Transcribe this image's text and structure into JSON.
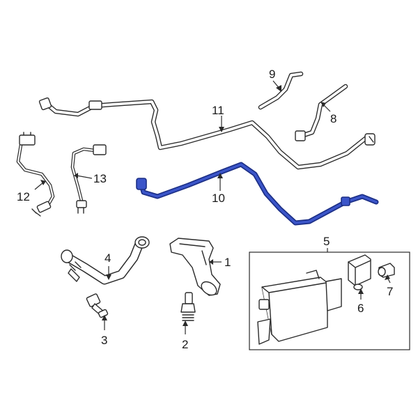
{
  "callouts": {
    "c1": "1",
    "c2": "2",
    "c3": "3",
    "c4": "4",
    "c5": "5",
    "c6": "6",
    "c7": "7",
    "c8": "8",
    "c9": "9",
    "c10": "10",
    "c11": "11",
    "c12": "12",
    "c13": "13"
  },
  "colors": {
    "highlight": "#1c2f86",
    "highlight_inner": "#3b55c9",
    "line": "#2a2a2a",
    "background": "#ffffff"
  }
}
